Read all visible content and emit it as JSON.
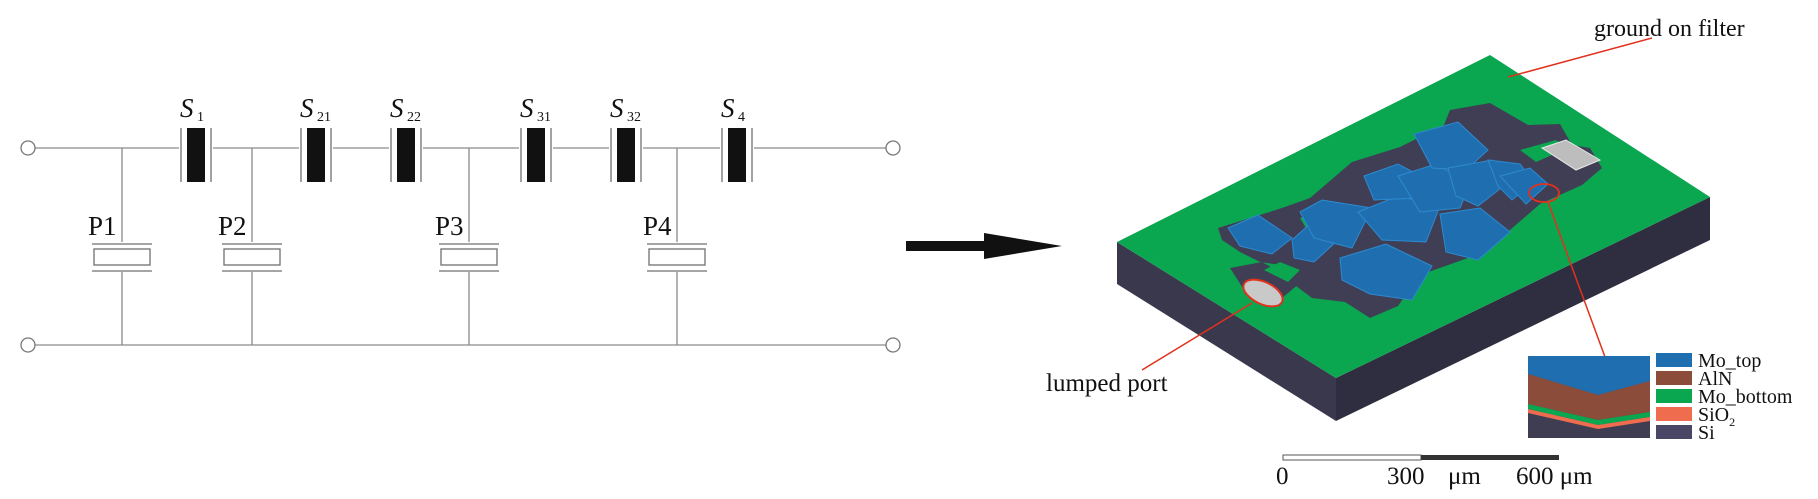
{
  "schematic": {
    "series_resonators": [
      {
        "label": "S",
        "sub": "1"
      },
      {
        "label": "S",
        "sub": "21"
      },
      {
        "label": "S",
        "sub": "22"
      },
      {
        "label": "S",
        "sub": "31"
      },
      {
        "label": "S",
        "sub": "32"
      },
      {
        "label": "S",
        "sub": "4"
      }
    ],
    "parallel_resonators": [
      {
        "label": "P1"
      },
      {
        "label": "P2"
      },
      {
        "label": "P3"
      },
      {
        "label": "P4"
      }
    ]
  },
  "model3d": {
    "callout_ground": "ground on filter",
    "callout_port": "lumped port"
  },
  "legend": {
    "items": [
      {
        "text": "Mo_top",
        "sub": "",
        "color": "#1f6fb0"
      },
      {
        "text": "AlN",
        "sub": "",
        "color": "#8b4d3a"
      },
      {
        "text": "Mo_bottom",
        "sub": "",
        "color": "#0aa650"
      },
      {
        "text": "SiO",
        "sub": "2",
        "color": "#ef6c4f"
      },
      {
        "text": "Si",
        "sub": "",
        "color": "#4a4666"
      }
    ]
  },
  "scalebar": {
    "tick0": "0",
    "tick1": "300",
    "unit1": "μm",
    "tick2": "600 μm"
  },
  "colors": {
    "green": "#0aa650",
    "dark_slate": "#3f3d52",
    "side_dark": "#37354a",
    "blue": "#1f6fb0",
    "red": "#e2311d",
    "arrow": "#111111"
  }
}
